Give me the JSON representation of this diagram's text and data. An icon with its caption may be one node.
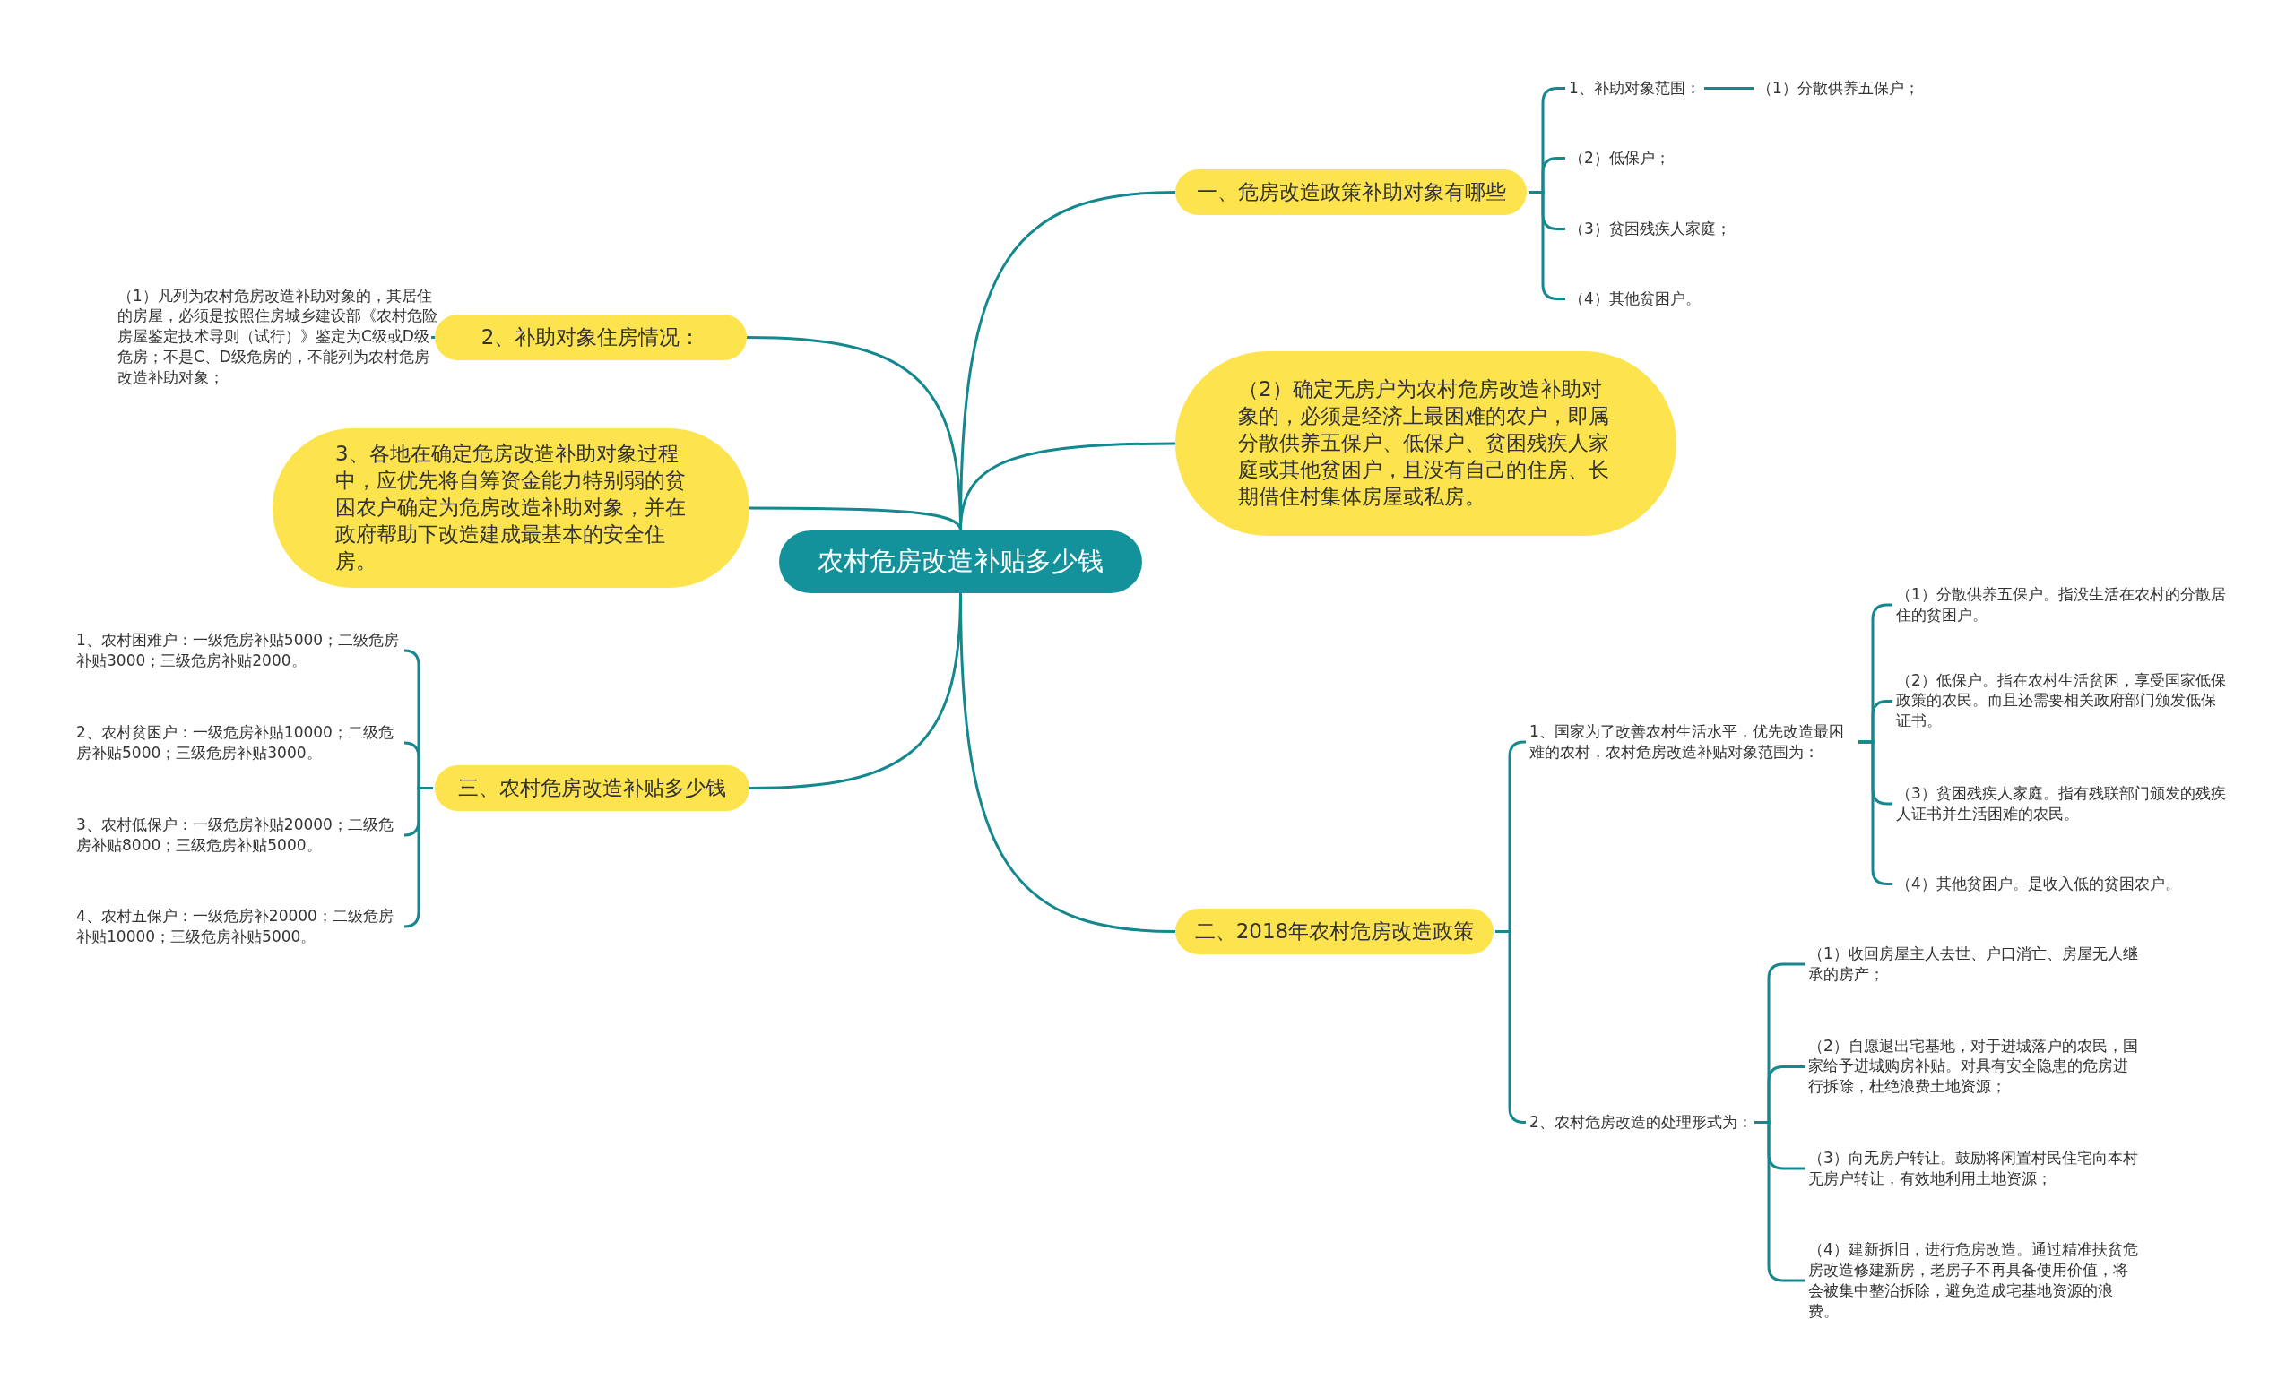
{
  "diagram": {
    "nodes": [
      {
        "text": [
          "农村危房改造补贴多少钱"
        ]
      },
      {
        "text": [
          "一、危房改造政策补助对象有哪些"
        ]
      },
      {
        "text": [
          "1、补助对象范围："
        ]
      },
      {
        "text": [
          "（1）分散供养五保户；"
        ]
      },
      {
        "text": [
          "（2）低保户；"
        ]
      },
      {
        "text": [
          "（3）贫困残疾人家庭；"
        ]
      },
      {
        "text": [
          "（4）其他贫困户。"
        ]
      },
      {
        "text": [
          "（2）确定无房户为农村危房改造补助对象的，必须是经济上最困难的农户，即属分散供养五保户、低保户、贫困残疾人家庭或其他贫困户，且没有自己的住房、长期借住村集体房屋或私房。"
        ]
      },
      {
        "text": [
          "二、2018年农村危房改造政策"
        ]
      },
      {
        "text": [
          "1、国家为了改善农村生活水平，优先改造最困难的农村，农村危房改造补贴对象范围为："
        ]
      },
      {
        "text": [
          "（1）分散供养五保户。指没生活在农村的分散居住的贫困户。"
        ]
      },
      {
        "text": [
          "（2）低保户。指在农村生活贫困，享受国家低保政策的农民。而且还需要相关政府部门颁发低保证书。"
        ]
      },
      {
        "text": [
          "（3）贫困残疾人家庭。指有残联部门颁发的残疾人证书并生活困难的农民。"
        ]
      },
      {
        "text": [
          "（4）其他贫困户。是收入低的贫困农户。"
        ]
      },
      {
        "text": [
          "2、农村危房改造的处理形式为："
        ]
      },
      {
        "text": [
          "（1）收回房屋主人去世、户口消亡、房屋无人继承的房产；"
        ]
      },
      {
        "text": [
          "（2）自愿退出宅基地，对于进城落户的农民，国家给予进城购房补贴。对具有安全隐患的危房进行拆除，杜绝浪费土地资源；"
        ]
      },
      {
        "text": [
          "（3）向无房户转让。鼓励将闲置村民住宅向本村无房户转让，有效地利用土地资源；"
        ]
      },
      {
        "text": [
          "（4）建新拆旧，进行危房改造。通过精准扶贫危房改造修建新房，老房子不再具备使用价值，将会被集中整治拆除，避免造成宅基地资源的浪费。"
        ]
      },
      {
        "text": [
          "2、补助对象住房情况："
        ]
      },
      {
        "text": [
          "（1）凡列为农村危房改造补助对象的，其居住的房屋，必须是按照住房城乡建设部《农村危险房屋鉴定技术导则（试行）》鉴定为C级或D级危房；不是C、D级危房的，不能列为农村危房改造补助对象；"
        ]
      },
      {
        "text": [
          "3、各地在确定危房改造补助对象过程中，应优先将自筹资金能力特别弱的贫困农户确定为危房改造补助对象，并在政府帮助下改造建成最基本的安全住房。"
        ]
      },
      {
        "text": [
          "三、农村危房改造补贴多少钱"
        ]
      },
      {
        "text": [
          "1、农村困难户：一级危房补贴5000；二级危房补贴3000；三级危房补贴2000。"
        ]
      },
      {
        "text": [
          "2、农村贫困户：一级危房补贴10000；二级危房补贴5000；三级危房补贴3000。"
        ]
      },
      {
        "text": [
          "3、农村低保户：一级危房补贴20000；二级危房补贴8000；三级危房补贴5000。"
        ]
      },
      {
        "text": [
          "4、农村五保户：一级危房补20000；二级危房补贴10000；三级危房补贴5000。"
        ]
      }
    ],
    "edges": [
      {
        "from": 0,
        "to": 1,
        "arrow": "none"
      },
      {
        "from": 1,
        "to": 2,
        "arrow": "none"
      },
      {
        "from": 2,
        "to": 3,
        "arrow": "none"
      },
      {
        "from": 1,
        "to": 4,
        "arrow": "none"
      },
      {
        "from": 1,
        "to": 5,
        "arrow": "none"
      },
      {
        "from": 1,
        "to": 6,
        "arrow": "none"
      },
      {
        "from": 0,
        "to": 7,
        "arrow": "none"
      },
      {
        "from": 0,
        "to": 8,
        "arrow": "none"
      },
      {
        "from": 8,
        "to": 9,
        "arrow": "none"
      },
      {
        "from": 9,
        "to": 10,
        "arrow": "none"
      },
      {
        "from": 9,
        "to": 11,
        "arrow": "none"
      },
      {
        "from": 9,
        "to": 12,
        "arrow": "none"
      },
      {
        "from": 9,
        "to": 13,
        "arrow": "none"
      },
      {
        "from": 8,
        "to": 14,
        "arrow": "none"
      },
      {
        "from": 14,
        "to": 15,
        "arrow": "none"
      },
      {
        "from": 14,
        "to": 16,
        "arrow": "none"
      },
      {
        "from": 14,
        "to": 17,
        "arrow": "none"
      },
      {
        "from": 14,
        "to": 18,
        "arrow": "none"
      },
      {
        "from": 0,
        "to": 19,
        "arrow": "none"
      },
      {
        "from": 19,
        "to": 20,
        "arrow": "none"
      },
      {
        "from": 0,
        "to": 21,
        "arrow": "none"
      },
      {
        "from": 0,
        "to": 22,
        "arrow": "none"
      },
      {
        "from": 22,
        "to": 23,
        "arrow": "none"
      },
      {
        "from": 22,
        "to": 24,
        "arrow": "none"
      },
      {
        "from": 22,
        "to": 25,
        "arrow": "none"
      },
      {
        "from": 22,
        "to": 26,
        "arrow": "none"
      }
    ]
  }
}
